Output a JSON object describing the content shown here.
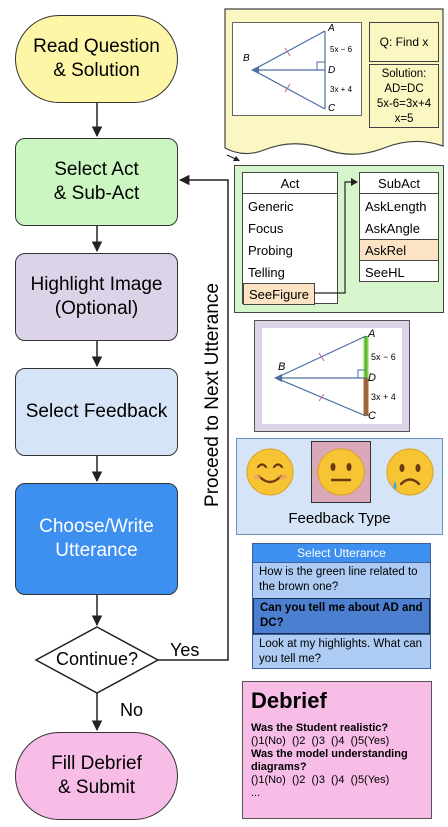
{
  "flow": {
    "read_question": "Read Question\n& Solution",
    "select_act": "Select Act\n& Sub-Act",
    "highlight_image": "Highlight Image\n(Optional)",
    "select_feedback": "Select Feedback",
    "choose_utterance": "Choose/Write\nUtterance",
    "continue": "Continue?",
    "yes_label": "Yes",
    "no_label": "No",
    "fill_debrief": "Fill Debrief\n& Submit",
    "loop_label": "Proceed to Next Utterance"
  },
  "question_panel": {
    "task": "Q: Find x",
    "solution_lines": [
      "Solution:",
      "AD=DC",
      "5x-6=3x+4",
      "x=5"
    ],
    "figure": {
      "A": "A",
      "B": "B",
      "C": "C",
      "D": "D",
      "top_expr": "5x − 6",
      "bottom_expr": "3x + 4"
    }
  },
  "act_panel": {
    "act_header": "Act",
    "acts": [
      "Generic",
      "Focus",
      "Probing",
      "Telling",
      "SeeFigure"
    ],
    "subact_header": "SubAct",
    "subacts": [
      "AskLength",
      "AskAngle",
      "AskRel",
      "SeeHL"
    ]
  },
  "highlight_panel": {
    "figure": {
      "A": "A",
      "B": "B",
      "C": "C",
      "D": "D",
      "top_expr": "5x − 6",
      "bottom_expr": "3x + 4"
    },
    "highlight_colors": {
      "top": "#7ee024",
      "bottom": "#b8621b"
    }
  },
  "feedback_panel": {
    "label": "Feedback Type",
    "faces": [
      "happy-face",
      "neutral-face",
      "sad-face"
    ],
    "selected": "neutral-face"
  },
  "utterance_panel": {
    "header": "Select Utterance",
    "options": [
      "How is the green line related to the brown one?",
      "Can you tell me about AD and DC?",
      "Look at my highlights. What can you tell me?"
    ],
    "selected_index": 1
  },
  "debrief": {
    "title": "Debrief",
    "q1": "Was the Student realistic?",
    "q1_options": "()1(No)  ()2  ()3  ()4  ()5(Yes)",
    "q2": "Was the model understanding diagrams?",
    "q2_options": "()1(No)  ()2  ()3  ()4  ()5(Yes)",
    "ellipsis": "..."
  },
  "colors": {
    "read": "#fdf6a7",
    "act": "#cbf5c1",
    "highlight": "#ddd3e8",
    "feedback": "#d5e4f7",
    "utterance": "#3d8ff0",
    "debrief": "#f7bde7",
    "question_panel": "#fbf7c2",
    "act_panel": "#d6f5cd"
  }
}
